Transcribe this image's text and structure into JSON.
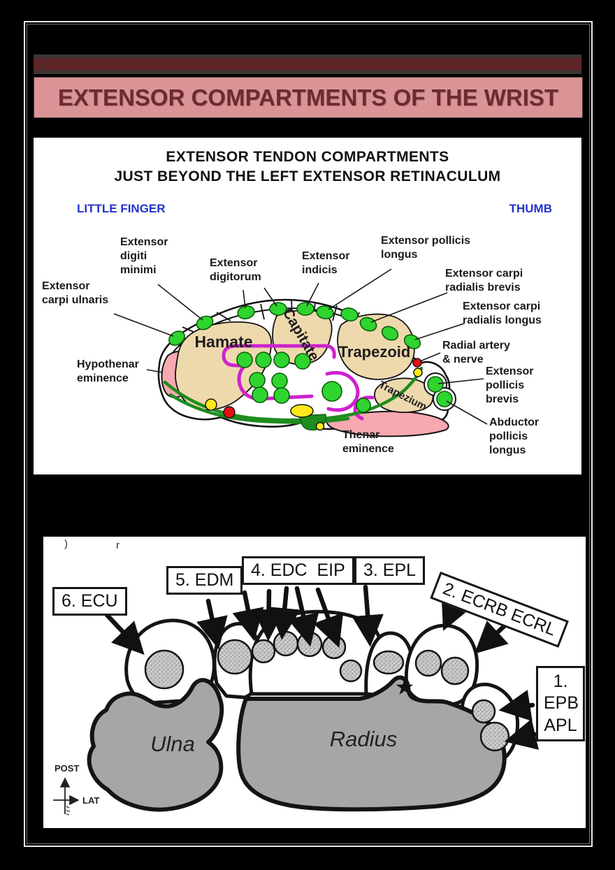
{
  "slide": {
    "title": "EXTENSOR COMPARTMENTS OF THE WRIST"
  },
  "colors": {
    "page_bg": "#000000",
    "frame_border": "#e8e8e8",
    "maroon_bar": "#5d2527",
    "maroon_bar_edge": "#3e3634",
    "title_bg": "#db9496",
    "title_text": "#6d2a31",
    "blue_label": "#2433cc",
    "tendon_green": "#2fd42f",
    "bone_tan": "#eed9ad",
    "eminence_pink": "#f7a8b0",
    "retinaculum_magenta": "#cf21ce",
    "nerve_green": "#1f8c1f",
    "dot_yellow": "#ffe81a",
    "dot_red": "#e81010",
    "bone_gray": "#a6a6a6"
  },
  "diagram1": {
    "heading_line1": "EXTENSOR TENDON COMPARTMENTS",
    "heading_line2": "JUST BEYOND THE LEFT EXTENSOR RETINACULUM",
    "corner_left": "LITTLE FINGER",
    "corner_right": "THUMB",
    "labels": {
      "extensor_carpi_ulnaris": "Extensor\ncarpi ulnaris",
      "extensor_digiti_minimi": "Extensor\ndigiti\nminimi",
      "extensor_digitorum": "Extensor\ndigitorum",
      "extensor_indicis": "Extensor\nindicis",
      "extensor_pollicis_longus": "Extensor pollicis\nlongus",
      "extensor_carpi_radialis_brevis": "Extensor carpi\nradialis brevis",
      "extensor_carpi_radialis_longus": "Extensor carpi\nradialis longus",
      "radial_artery_nerve": "Radial artery\n& nerve",
      "extensor_pollicis_brevis": "Extensor\npollicis\nbrevis",
      "abductor_pollicis_longus": "Abductor\npollicis\nlongus",
      "hypothenar_eminence": "Hypothenar\neminence",
      "thenar_eminence": "Thenar\neminence"
    },
    "bones": {
      "hamate": "Hamate",
      "capitate": "Capitate",
      "trapezoid": "Trapezoid",
      "trapezium": "Trapezium"
    }
  },
  "diagram2": {
    "compartments": {
      "c6": "6. ECU",
      "c5": "5. EDM",
      "c4": "4. EDC  EIP",
      "c3": "3. EPL",
      "c2": "2. ECRB ECRL",
      "c1": "1.\nEPB\nAPL"
    },
    "bones": {
      "ulna": "Ulna",
      "radius": "Radius"
    },
    "axis": {
      "vertical": "POST",
      "horizontal": "LAT"
    },
    "star": "★",
    "artifact_left": ")",
    "artifact_right": "r"
  }
}
